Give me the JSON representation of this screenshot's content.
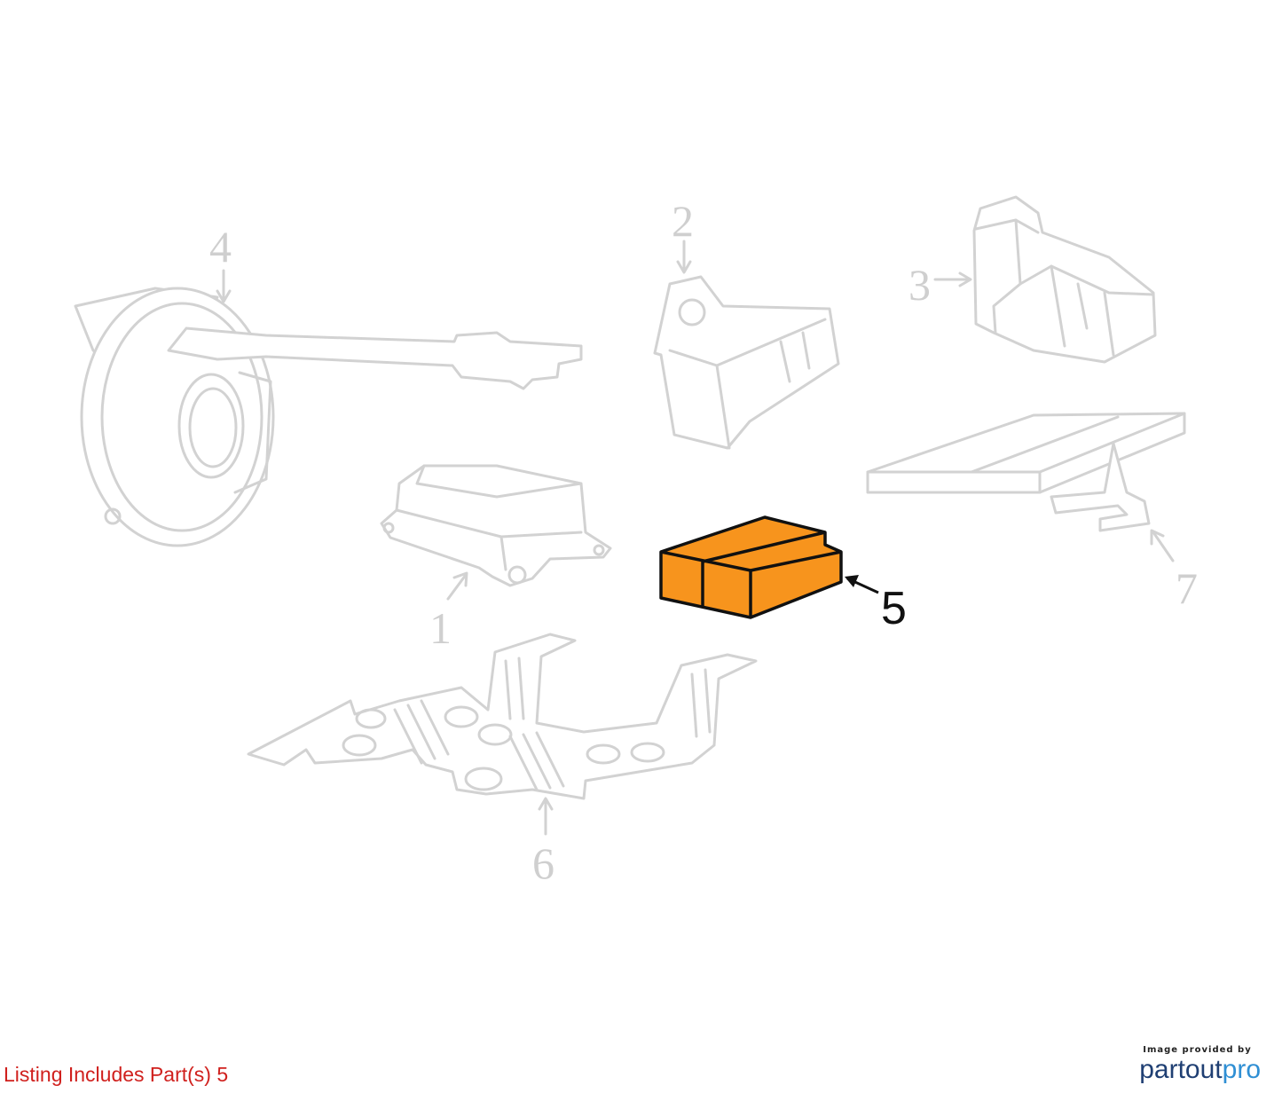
{
  "diagram": {
    "part_labels": [
      "1",
      "2",
      "3",
      "4",
      "5",
      "6",
      "7"
    ],
    "highlighted_part": "5",
    "highlight_color": "#f7941d",
    "ghost_color": "#d2d2d2"
  },
  "footer": {
    "listing_note": "Listing Includes Part(s) 5",
    "credit_small": "Image provided by",
    "credit_brand_part1": "partout",
    "credit_brand_part2": "pro",
    "note_color": "#d0201d"
  }
}
